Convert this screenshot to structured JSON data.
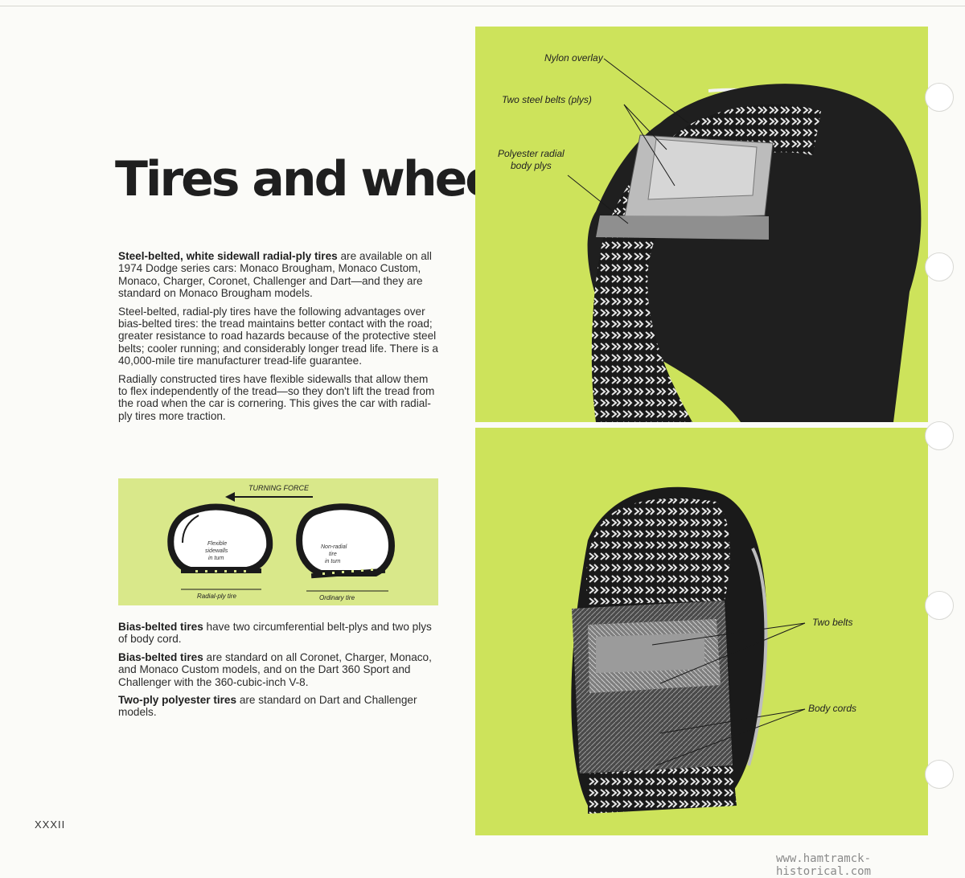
{
  "page": {
    "title": "Tires and wheels",
    "page_number": "XXXII",
    "watermark": "www.hamtramck-historical.com"
  },
  "intro": {
    "p1_bold": "Steel-belted, white sidewall radial-ply tires",
    "p1_rest": " are available on all 1974 Dodge series cars: Monaco Brougham, Monaco Custom, Monaco, Charger, Coronet, Challenger and Dart—and they are standard on Monaco Brougham models.",
    "p2": "Steel-belted, radial-ply tires have the following advantages over bias-belted tires: the tread maintains better contact with the road; greater resistance to road hazards because of the protective steel belts; cooler running; and considerably longer tread life. There is a 40,000-mile tire manufacturer tread-life guarantee.",
    "p3": "Radially constructed tires have flexible sidewalls that allow them to flex independently of the tread—so they don't lift the tread from the road when the car is cornering. This gives the car with radial-ply tires more traction."
  },
  "diagram": {
    "turning_force": "TURNING FORCE",
    "left_tire": {
      "line1": "Flexible",
      "line2": "sidewalls",
      "line3": "in turn",
      "caption": "Radial-ply tire"
    },
    "right_tire": {
      "line1": "Non-radial",
      "line2": "tire",
      "line3": "in turn",
      "caption": "Ordinary tire"
    }
  },
  "bias": {
    "p1_bold": "Bias-belted tires",
    "p1_rest": " have two circumferential belt-plys and two plys of body cord.",
    "p2_bold": "Bias-belted tires",
    "p2_rest": " are standard on all Coronet, Charger, Monaco, and Monaco Custom models, and on the Dart 360 Sport and Challenger with the 360-cubic-inch V-8.",
    "p3_bold": "Two-ply polyester tires",
    "p3_rest": " are standard on Dart and Challenger models."
  },
  "radial_panel": {
    "nylon_overlay": "Nylon overlay",
    "steel_belts": "Two steel belts (plys)",
    "polyester_line1": "Polyester radial",
    "polyester_line2": "body plys"
  },
  "bias_panel": {
    "two_belts": "Two belts",
    "body_cords": "Body cords"
  },
  "colors": {
    "panel_green": "#cde35b",
    "diagram_green": "#d9e88a",
    "tire_dark": "#1a1a1a"
  }
}
